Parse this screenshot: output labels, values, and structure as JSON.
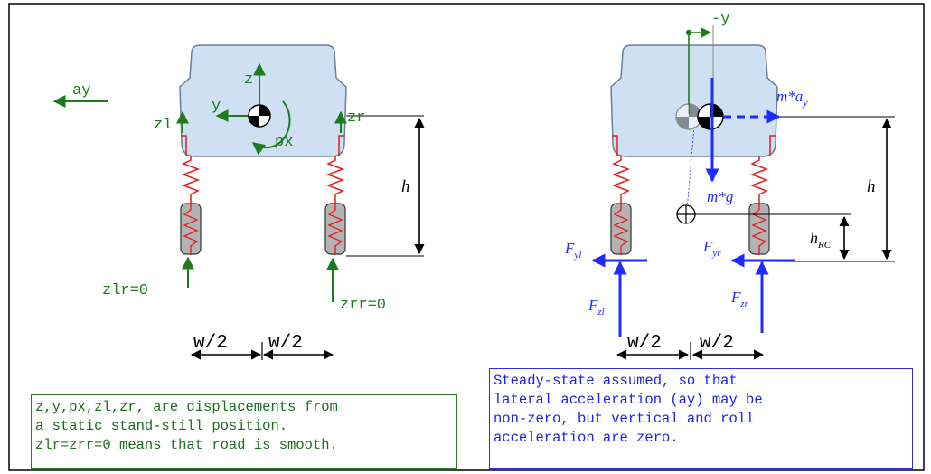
{
  "colors": {
    "green": "#1f7a1f",
    "blue": "#1e2cff",
    "body_fill": "#cfe0f2",
    "spring": "#e02020"
  },
  "left_diagram": {
    "ay": "ay",
    "z": "z",
    "y": "y",
    "zl": "zl",
    "zr": "zr",
    "px": "px",
    "h": "h",
    "zlr": "zlr=0",
    "zrr": "zrr=0",
    "w_left": "w/2",
    "w_right": "w/2"
  },
  "right_diagram": {
    "neg_y": "-y",
    "may_base": "m*a",
    "may_sub": "y",
    "mg": "m*g",
    "h": "h",
    "hrc_base": "h",
    "hrc_sub": "RC",
    "fyl_base": "F",
    "fyl_sub": "yl",
    "fyr_base": "F",
    "fyr_sub": "yr",
    "fzl_base": "F",
    "fzl_sub": "zl",
    "fzr_base": "F",
    "fzr_sub": "zr",
    "w_left": "w/2",
    "w_right": "w/2"
  },
  "notes": {
    "left": [
      "z,y,px,zl,zr, are displacements from",
      "a static stand-still position.",
      "zlr=zrr=0 means that road is smooth."
    ],
    "right": [
      "Steady-state assumed, so that",
      "lateral acceleration (ay) may be",
      "non-zero, but vertical and roll",
      "acceleration are zero."
    ]
  }
}
